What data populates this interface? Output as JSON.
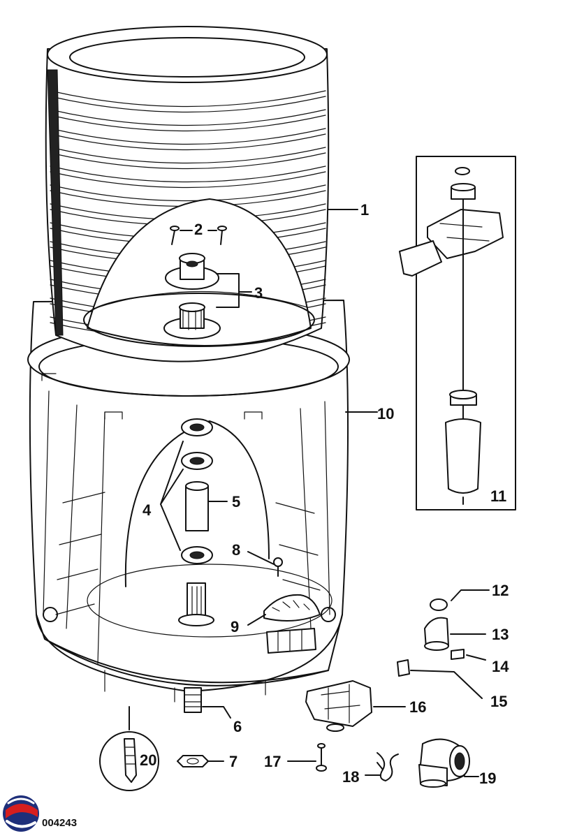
{
  "diagram": {
    "document_number": "004243",
    "part_labels": [
      "1",
      "2",
      "3",
      "4",
      "5",
      "6",
      "7",
      "8",
      "9",
      "10",
      "11",
      "12",
      "13",
      "14",
      "15",
      "16",
      "17",
      "18",
      "19",
      "20"
    ]
  }
}
